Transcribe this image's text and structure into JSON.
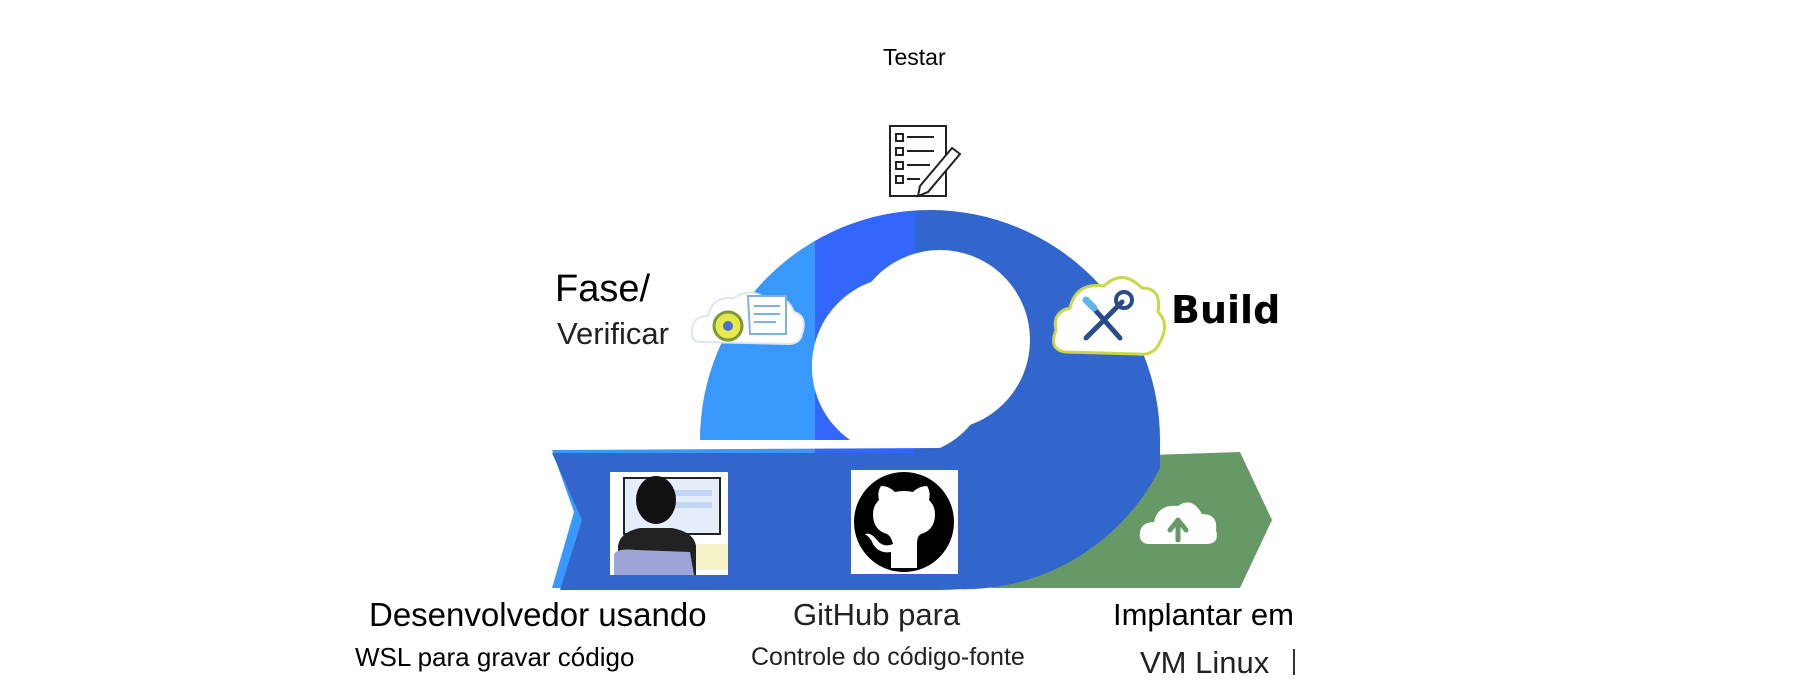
{
  "colors": {
    "light_blue": "#3898fc",
    "mid_blue": "#3366fc",
    "dark_blue": "#3366cc",
    "green": "#669966"
  },
  "stages": {
    "test": {
      "label": "Testar",
      "icon": "checklist-pencil-icon"
    },
    "phase": {
      "line1": "Fase/",
      "line2": "Verificar",
      "icon": "cloud-eye-scroll-icon"
    },
    "build": {
      "label": "Build",
      "icon": "cloud-tools-icon"
    },
    "develop": {
      "line1": "Desenvolvedor usando",
      "line2": "WSL para gravar código",
      "icon": "developer-at-monitor-icon"
    },
    "github": {
      "line1": "GitHub para",
      "line2": "Controle do código-fonte",
      "icon": "github-octocat-icon"
    },
    "deploy": {
      "line1": "Implantar em",
      "line2": "VM Linux",
      "icon": "cloud-upload-icon"
    }
  }
}
